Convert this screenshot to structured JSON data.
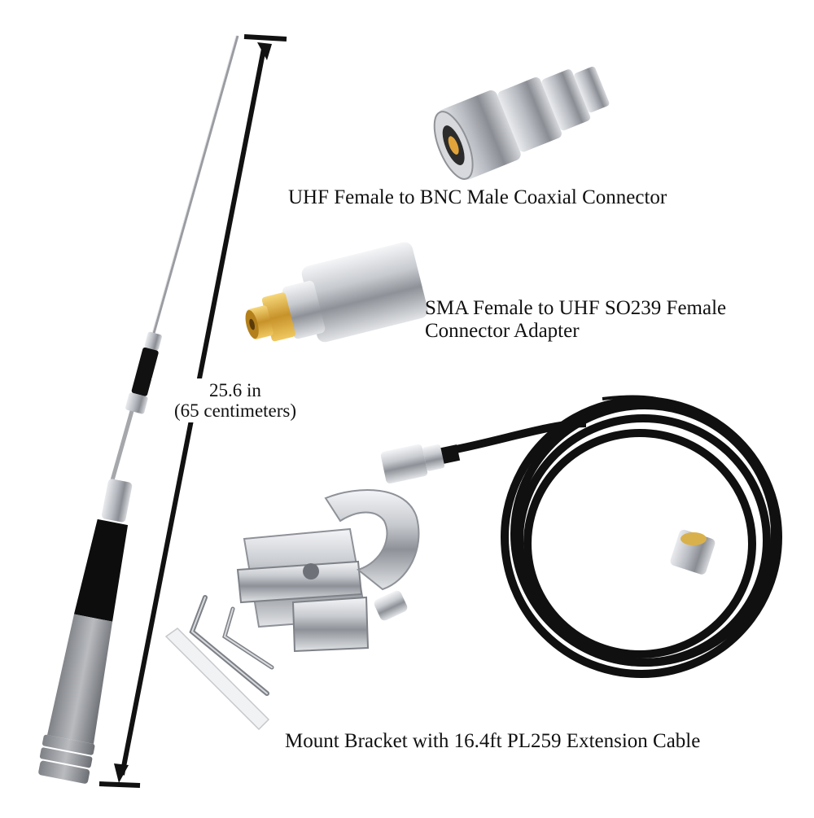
{
  "captions": {
    "uhf_bnc": "UHF Female to BNC Male Coaxial Connector",
    "sma_uhf_line1": "SMA Female to UHF SO239 Female",
    "sma_uhf_line2": "Connector Adapter",
    "mount_cable": "Mount Bracket with 16.4ft PL259 Extension Cable"
  },
  "dimension": {
    "length_in": "25.6 in",
    "length_cm": "(65 centimeters)"
  },
  "colors": {
    "background": "#ffffff",
    "chrome": "#c9ccd1",
    "gold": "#d4a53a",
    "cable": "#111111",
    "antenna_grey": "#8d9096"
  }
}
